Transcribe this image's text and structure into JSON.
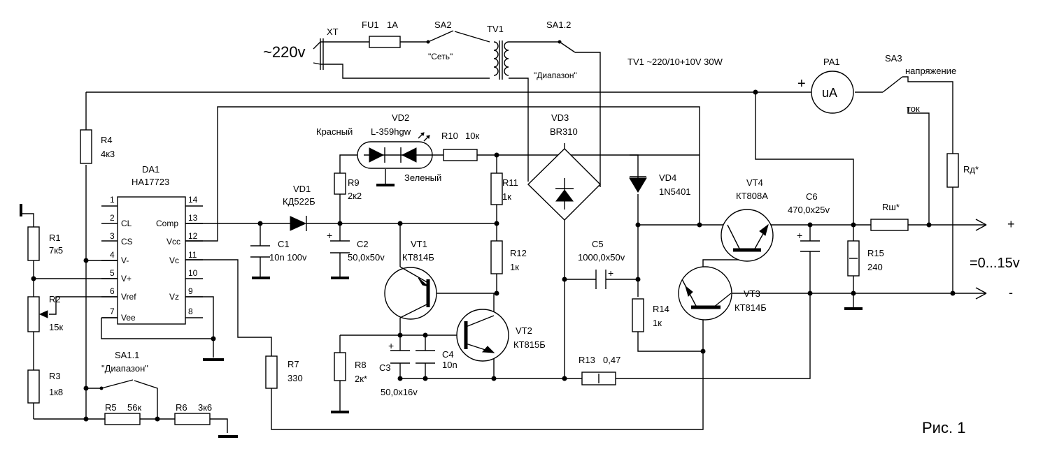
{
  "figure": {
    "caption": "Рис. 1"
  },
  "mains": {
    "voltage": "~220v",
    "plug": "XT",
    "fuse": {
      "ref": "FU1",
      "value": "1A"
    },
    "switch": {
      "ref": "SA2",
      "label": "\"Сеть\""
    },
    "transformer": {
      "ref": "TV1",
      "spec": "TV1  ~220/10+10V 30W"
    },
    "range_switch": {
      "ref": "SA1.2",
      "label": "\"Диапазон\""
    }
  },
  "meter": {
    "ref": "PA1",
    "unit": "uA",
    "plus": "+"
  },
  "sa3": {
    "ref": "SA3",
    "voltage": "напряжение",
    "current": "ток"
  },
  "ic": {
    "ref": "DA1",
    "part": "HA17723",
    "pins_left": [
      {
        "num": "1",
        "name": ""
      },
      {
        "num": "2",
        "name": "CL"
      },
      {
        "num": "3",
        "name": "CS"
      },
      {
        "num": "4",
        "name": "V-"
      },
      {
        "num": "5",
        "name": "V+"
      },
      {
        "num": "6",
        "name": "Vref"
      },
      {
        "num": "7",
        "name": "Vee"
      }
    ],
    "pins_right": [
      {
        "num": "14",
        "name": ""
      },
      {
        "num": "13",
        "name": "Comp"
      },
      {
        "num": "12",
        "name": "Vcc"
      },
      {
        "num": "11",
        "name": "Vc"
      },
      {
        "num": "10",
        "name": ""
      },
      {
        "num": "9",
        "name": "Vz"
      },
      {
        "num": "8",
        "name": ""
      }
    ]
  },
  "resistors": {
    "R1": {
      "ref": "R1",
      "value": "7к5"
    },
    "R2": {
      "ref": "R2",
      "value": "15к"
    },
    "R3": {
      "ref": "R3",
      "value": "1к8"
    },
    "R4": {
      "ref": "R4",
      "value": "4к3"
    },
    "R5": {
      "ref": "R5",
      "value": "56к"
    },
    "R6": {
      "ref": "R6",
      "value": "3к6"
    },
    "R7": {
      "ref": "R7",
      "value": "330"
    },
    "R8": {
      "ref": "R8",
      "value": "2к*"
    },
    "R9": {
      "ref": "R9",
      "value": "2к2"
    },
    "R10": {
      "ref": "R10",
      "value": "10к"
    },
    "R11": {
      "ref": "R11",
      "value": "1к"
    },
    "R12": {
      "ref": "R12",
      "value": "1к"
    },
    "R13": {
      "ref": "R13",
      "value": "0,47"
    },
    "R14": {
      "ref": "R14",
      "value": "1к"
    },
    "R15": {
      "ref": "R15",
      "value": "240"
    },
    "Rsh": {
      "ref": "Rш*"
    },
    "Rd": {
      "ref": "Rд*"
    }
  },
  "capacitors": {
    "C1": {
      "ref": "C1",
      "value": "10n 100v"
    },
    "C2": {
      "ref": "C2",
      "value": "50,0x50v"
    },
    "C3": {
      "ref": "C3",
      "value": "50,0x16v"
    },
    "C4": {
      "ref": "C4",
      "value": "10n"
    },
    "C5": {
      "ref": "C5",
      "value": "1000,0x50v"
    },
    "C6": {
      "ref": "C6",
      "value": "470,0x25v"
    }
  },
  "diodes": {
    "VD1": {
      "ref": "VD1",
      "part": "КД522Б"
    },
    "VD2": {
      "ref": "VD2",
      "part": "L-359hgw",
      "red": "Красный",
      "green": "Зеленый"
    },
    "VD3": {
      "ref": "VD3",
      "part": "BR310"
    },
    "VD4": {
      "ref": "VD4",
      "part": "1N5401"
    }
  },
  "transistors": {
    "VT1": {
      "ref": "VT1",
      "part": "КТ814Б"
    },
    "VT2": {
      "ref": "VT2",
      "part": "КТ815Б"
    },
    "VT3": {
      "ref": "VT3",
      "part": "КТ814Б"
    },
    "VT4": {
      "ref": "VT4",
      "part": "КТ808А"
    }
  },
  "sa11": {
    "ref": "SA1.1",
    "label": "\"Диапазон\""
  },
  "output": {
    "plus": "+",
    "minus": "-",
    "range": "=0...15v"
  }
}
